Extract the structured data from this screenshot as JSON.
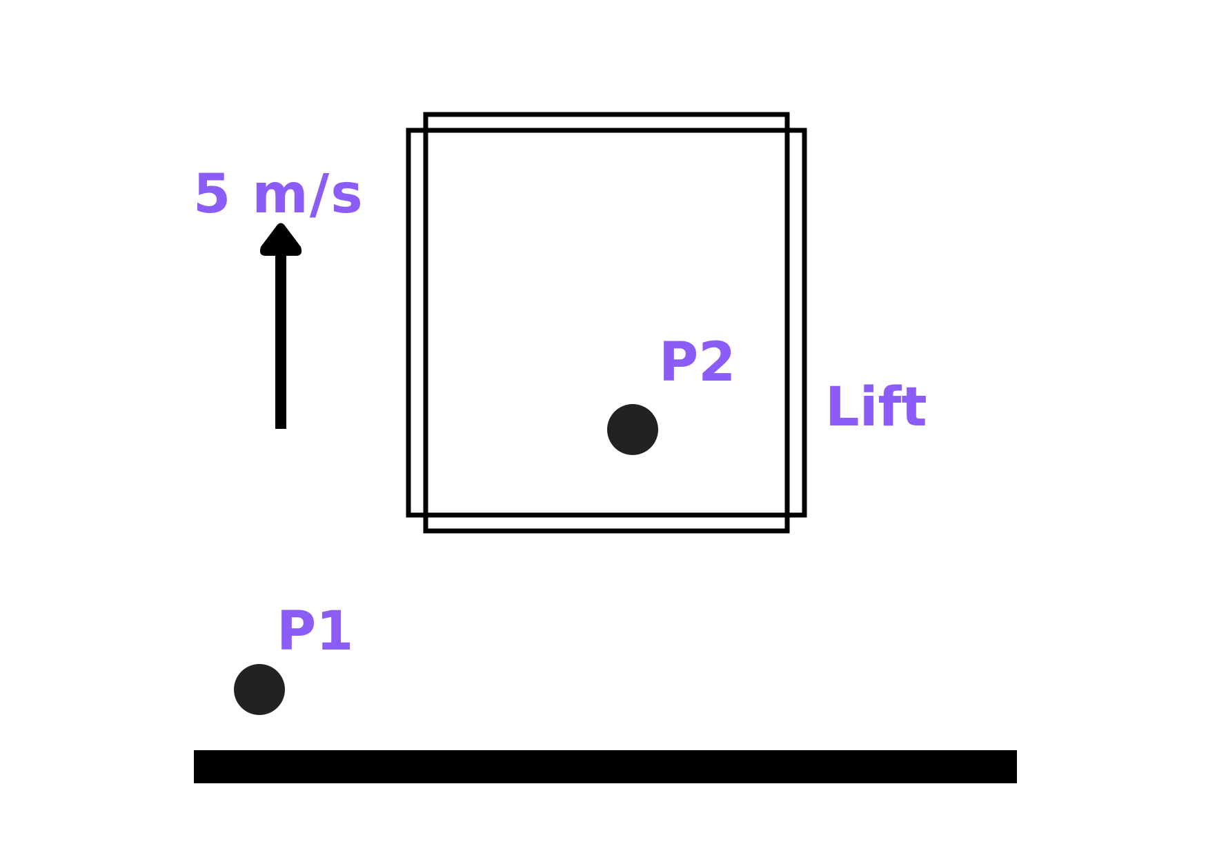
{
  "labels": {
    "velocity": "5 m/s",
    "p1": "P1",
    "p2": "P2",
    "lift": "Lift"
  },
  "colors": {
    "label": "#8b5cf6",
    "stroke": "#000000",
    "particle": "#222222",
    "background": "#ffffff"
  }
}
